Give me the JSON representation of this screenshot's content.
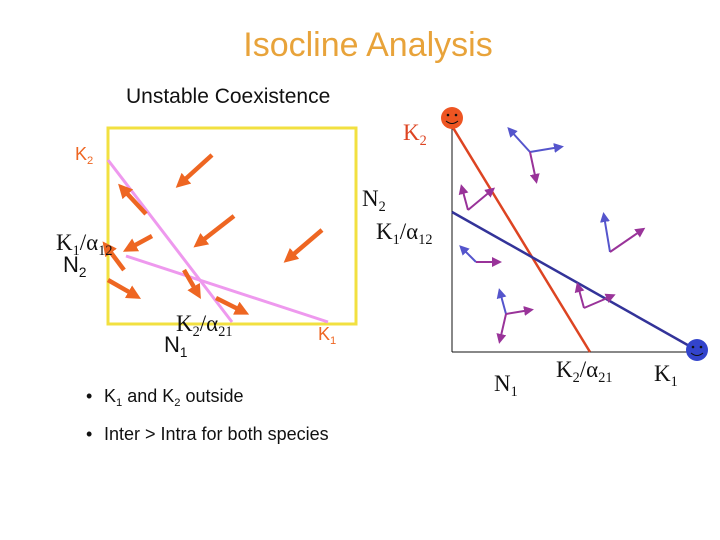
{
  "title": "Isocline Analysis",
  "subtitle": "Unstable Coexistence",
  "left_diagram": {
    "k2_axis_label": "K",
    "k2_axis_sub": "2",
    "k1_over_a12_main": "K",
    "k1_over_a12_sub1": "1",
    "k1_over_a12_slash": "/α",
    "k1_over_a12_sub2": "12",
    "n2_label": "N",
    "n2_sub": "2",
    "k2_over_a21_main": "K",
    "k2_over_a21_sub1": "2",
    "k2_over_a21_slash": "/α",
    "k2_over_a21_sub2": "21",
    "n1_label": "N",
    "n1_sub": "1",
    "k1_label": "K",
    "k1_sub": "1",
    "colors": {
      "box": "#f2e040",
      "isocline": "#ee99ee",
      "arrows": "#ee6622"
    }
  },
  "right_diagram": {
    "k2_label": "K",
    "k2_sub": "2",
    "n2_label": "N",
    "n2_sub": "2",
    "k1_over_a12_main": "K",
    "k1_over_a12_sub1": "1",
    "k1_over_a12_slash": "/α",
    "k1_over_a12_sub2": "12",
    "n1_label": "N",
    "n1_sub": "1",
    "k2_over_a21_main": "K",
    "k2_over_a21_sub1": "2",
    "k2_over_a21_slash": "/α",
    "k2_over_a21_sub2": "21",
    "k1_label": "K",
    "k1_sub": "1",
    "colors": {
      "n1_isocline": "#dd4422",
      "n2_isocline": "#333399",
      "vectors_blue": "#5555cc",
      "vectors_purple": "#993399",
      "smiley_top": "#ee5522",
      "smiley_bottom": "#3344cc"
    }
  },
  "bullets": [
    {
      "text_a": "K",
      "sub_a": "1",
      "text_b": " and K",
      "sub_b": "2",
      "text_c": " outside"
    },
    {
      "text_a": "Inter > Intra for both species"
    }
  ]
}
